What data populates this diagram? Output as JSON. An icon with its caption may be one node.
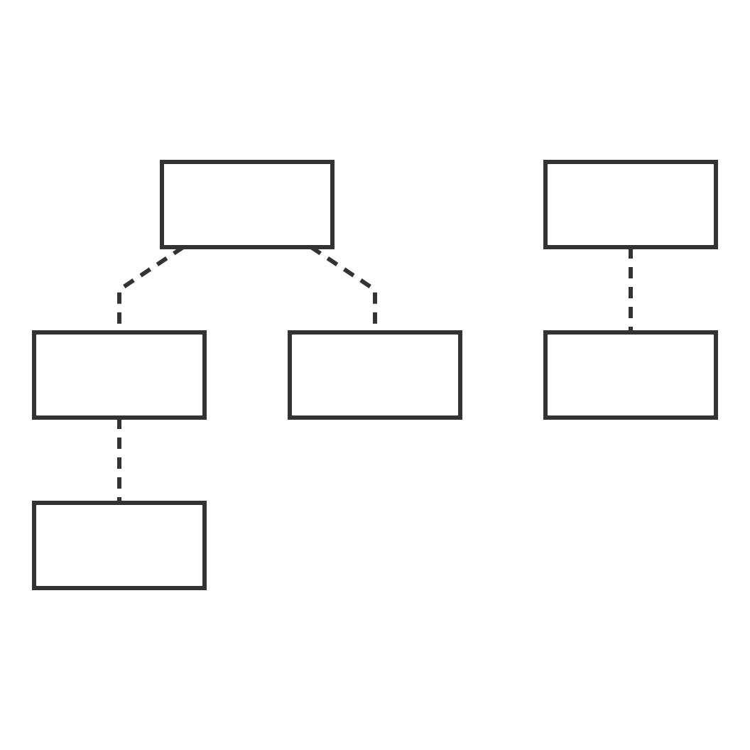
{
  "diagram": {
    "nodes": [
      {
        "text": [],
        "shape": "box"
      },
      {
        "text": [],
        "shape": "box"
      },
      {
        "text": [],
        "shape": "box"
      },
      {
        "text": [],
        "shape": "box"
      },
      {
        "text": [],
        "shape": "box"
      },
      {
        "text": [],
        "shape": "box"
      }
    ],
    "edges": [
      {
        "from": 0,
        "to": 5,
        "arrow": "none",
        "style": "dashed"
      },
      {
        "from": 1,
        "to": 3,
        "arrow": "none",
        "style": "dashed"
      },
      {
        "from": 2,
        "to": 4,
        "arrow": "none",
        "style": "dashed"
      },
      {
        "from": 1,
        "to": 2,
        "arrow": "none",
        "style": "dashed"
      }
    ]
  }
}
